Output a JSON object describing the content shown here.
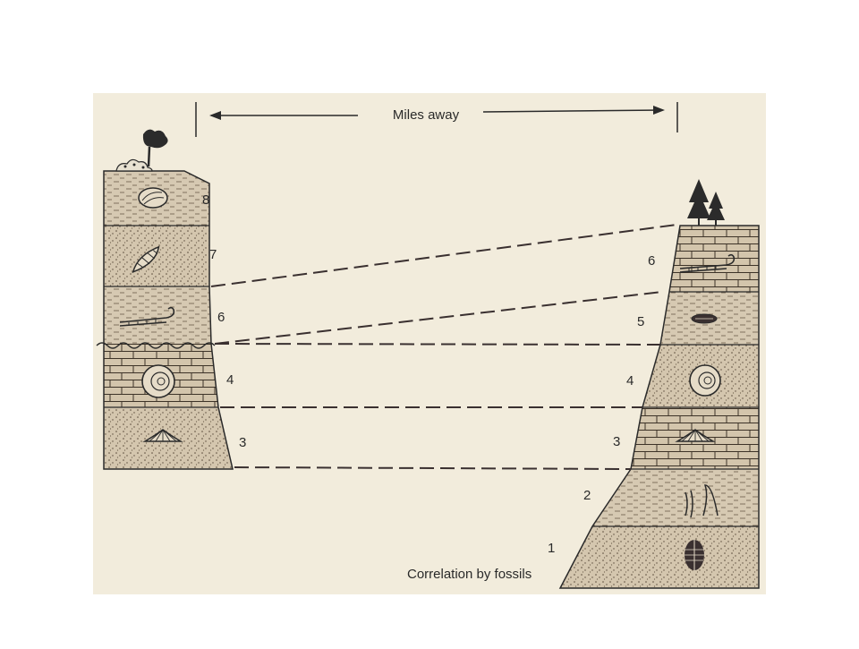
{
  "header": {
    "distance_label": "Miles away"
  },
  "caption": "Correlation by fossils",
  "colors": {
    "panel": "#f2ecdc",
    "rock": "#d2c4ad",
    "line": "#3a3030",
    "tree": "#2b2b2b"
  },
  "left_column": {
    "layers": [
      {
        "number": "8",
        "rock": "shale",
        "fossil": "shell-icon"
      },
      {
        "number": "7",
        "rock": "sandstone",
        "fossil": "gastropod-icon"
      },
      {
        "number": "6",
        "rock": "shale",
        "fossil": "orthocone-icon"
      },
      {
        "number": "4",
        "rock": "limestone",
        "fossil": "ammonite-icon"
      },
      {
        "number": "3",
        "rock": "sandstone",
        "fossil": "brachiopod-icon"
      }
    ]
  },
  "right_column": {
    "layers": [
      {
        "number": "6",
        "rock": "limestone",
        "fossil": "orthocone-icon"
      },
      {
        "number": "5",
        "rock": "shale",
        "fossil": "small-shell-icon"
      },
      {
        "number": "4",
        "rock": "sandstone",
        "fossil": "ammonite-icon"
      },
      {
        "number": "3",
        "rock": "limestone",
        "fossil": "brachiopod-icon"
      },
      {
        "number": "2",
        "rock": "shale",
        "fossil": "burrow-icon"
      },
      {
        "number": "1",
        "rock": "sandstone",
        "fossil": "trilobite-icon"
      }
    ]
  },
  "correlations": [
    {
      "from": "7/6 boundary",
      "to": "top of 6"
    },
    {
      "from": "6/4 boundary",
      "to": "6/5 boundary"
    },
    {
      "from": "6/4 boundary",
      "to": "5/4 boundary"
    },
    {
      "from": "4/3 boundary",
      "to": "4/3 boundary"
    },
    {
      "from": "base of 3",
      "to": "3/2 boundary"
    }
  ]
}
